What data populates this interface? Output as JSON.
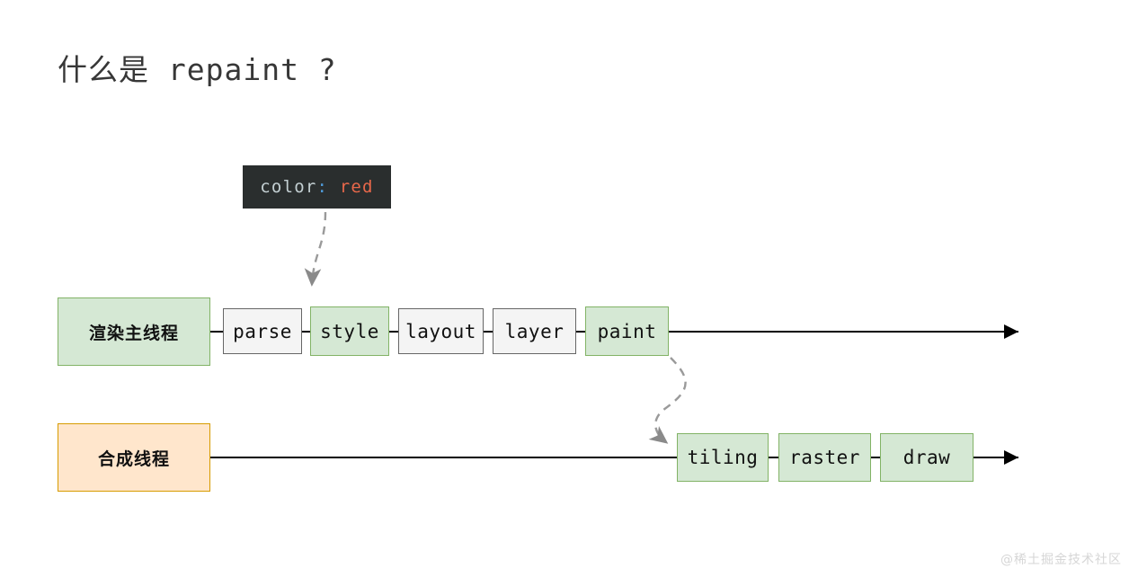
{
  "title": "什么是 repaint ?",
  "code_chip": {
    "property": "color",
    "colon": ":",
    "value": "red",
    "full_text": "color: red",
    "bg": "#2a2e2e",
    "property_color": "#c3cfd2",
    "colon_color": "#4f9bd9",
    "value_color": "#e8684a"
  },
  "colors": {
    "green_fill": "#d5e8d4",
    "green_stroke": "#82b366",
    "gray_fill": "#f4f4f4",
    "gray_stroke": "#666666",
    "orange_fill": "#ffe6cc",
    "orange_stroke": "#d79b00",
    "line": "#000000",
    "dashed_connector": "#9a9a9a",
    "title_text": "#373737",
    "watermark": "#d6d6d6"
  },
  "lanes": [
    {
      "id": "main-thread",
      "label": "渲染主线程",
      "style": "orange_or_green",
      "stages": [
        {
          "id": "parse",
          "label": "parse",
          "highlight": false
        },
        {
          "id": "style",
          "label": "style",
          "highlight": true
        },
        {
          "id": "layout",
          "label": "layout",
          "highlight": false
        },
        {
          "id": "layer",
          "label": "layer",
          "highlight": false
        },
        {
          "id": "paint",
          "label": "paint",
          "highlight": true
        }
      ]
    },
    {
      "id": "compositor-thread",
      "label": "合成线程",
      "stages": [
        {
          "id": "tiling",
          "label": "tiling",
          "highlight": true
        },
        {
          "id": "raster",
          "label": "raster",
          "highlight": true
        },
        {
          "id": "draw",
          "label": "draw",
          "highlight": true
        }
      ]
    }
  ],
  "connectors": [
    {
      "id": "code-to-style",
      "from": "code_chip",
      "to": "style",
      "style": "dashed",
      "arrow": true
    },
    {
      "id": "paint-to-tiling",
      "from": "paint",
      "to": "tiling",
      "style": "dashed",
      "arrow": true
    }
  ],
  "watermark": "@稀土掘金技术社区"
}
